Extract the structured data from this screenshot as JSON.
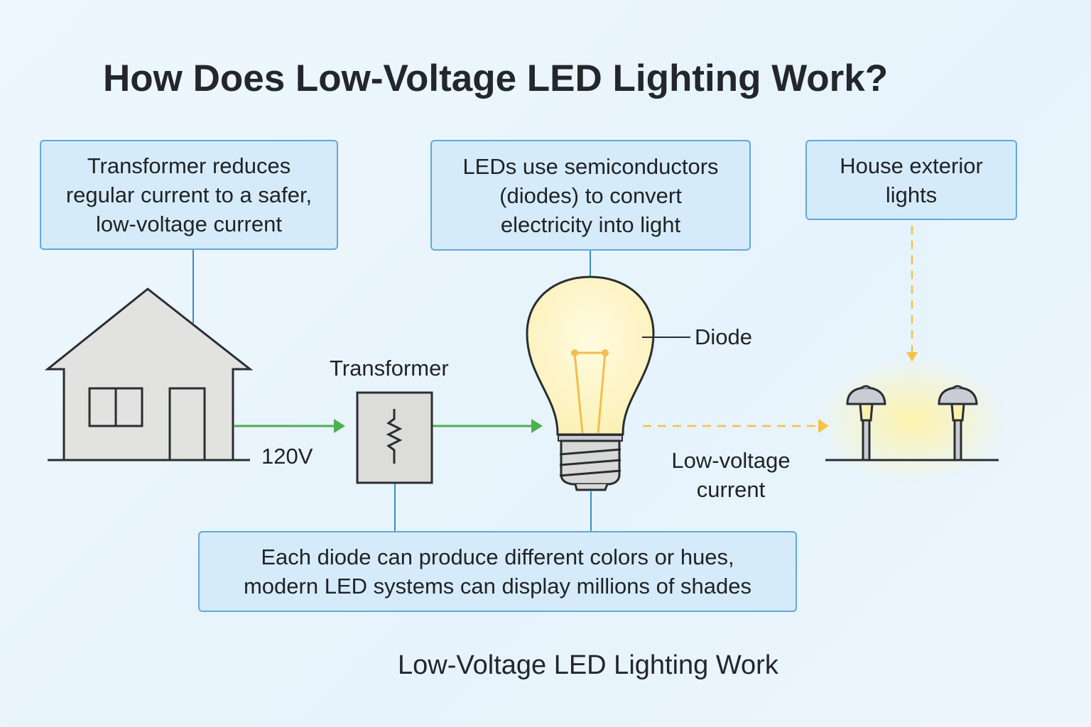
{
  "title": "How Does Low-Voltage LED Lighting Work?",
  "boxes": {
    "transformer_info": "Transformer reduces\nregular current to a safer,\nlow-voltage current",
    "led_info": "LEDs use semiconductors\n(diodes) to convert\nelectricity into light",
    "exterior_info": "House exterior\nlights",
    "diode_info": "Each diode can produce different colors or hues,\nmodern LED systems can display millions of shades"
  },
  "labels": {
    "transformer": "Transformer",
    "voltage": "120V",
    "diode": "Diode",
    "low_voltage": "Low-voltage\ncurrent"
  },
  "caption": "Low-Voltage LED Lighting Work",
  "colors": {
    "box_fill": "#d5ebf9",
    "box_border": "#62a8d8",
    "arrow_green": "#4caf50",
    "arrow_yellow": "#f5c242",
    "bulb_fill": "#fdf6c8"
  }
}
